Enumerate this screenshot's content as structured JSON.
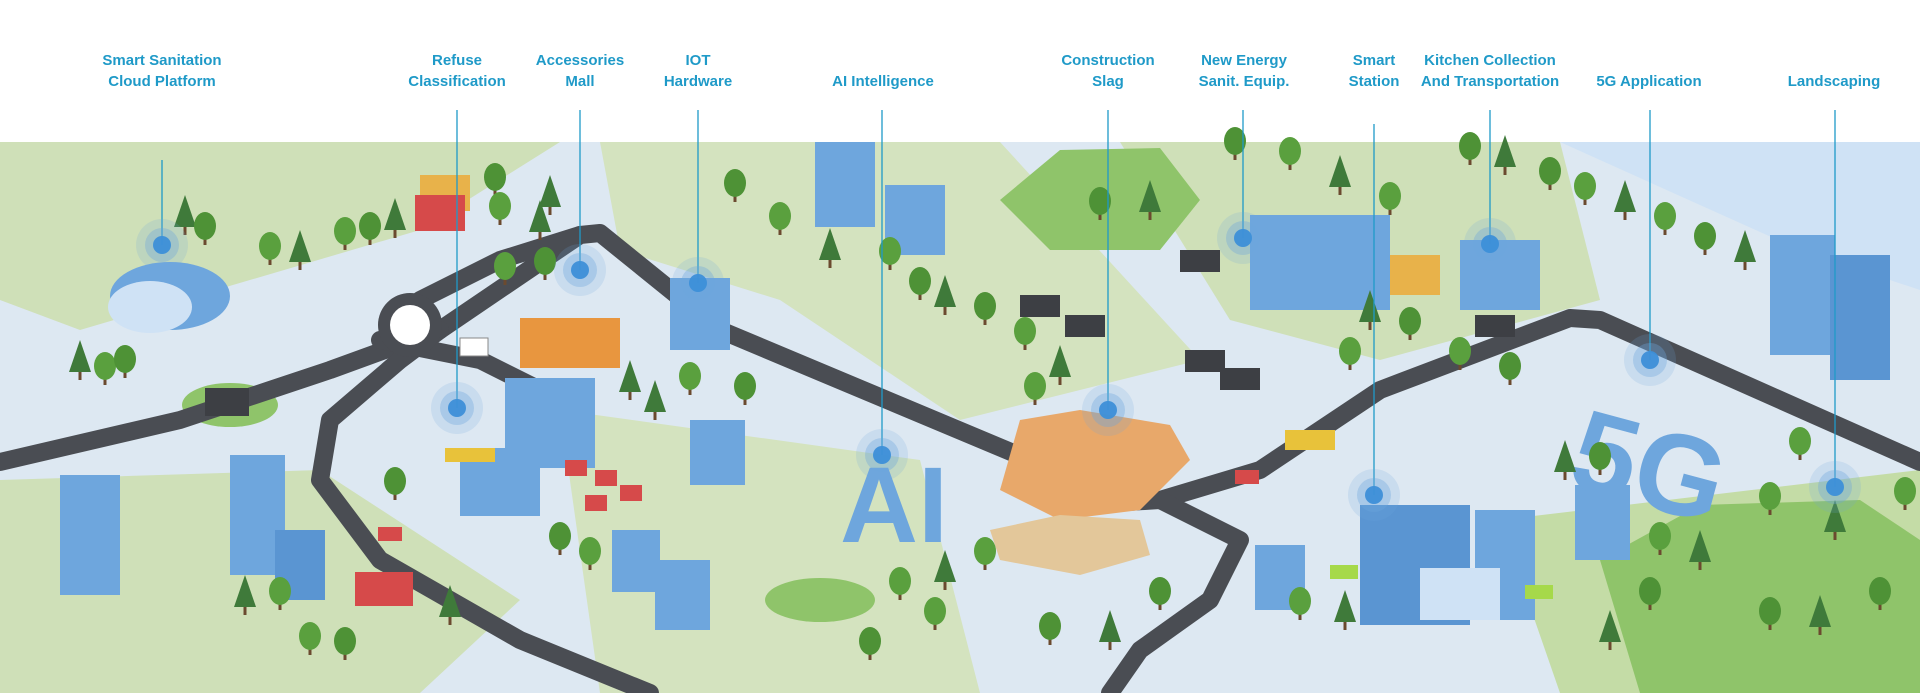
{
  "labels": [
    {
      "id": "sanitation-cloud",
      "lines": [
        "Smart Sanitation",
        "Cloud Platform"
      ]
    },
    {
      "id": "refuse-classification",
      "lines": [
        "Refuse",
        "Classification"
      ]
    },
    {
      "id": "accessories-mall",
      "lines": [
        "Accessories",
        "Mall"
      ]
    },
    {
      "id": "iot-hardware",
      "lines": [
        "IOT",
        "Hardware"
      ]
    },
    {
      "id": "ai-intelligence",
      "lines": [
        "AI Intelligence"
      ]
    },
    {
      "id": "construction-slag",
      "lines": [
        "Construction",
        "Slag"
      ]
    },
    {
      "id": "new-energy",
      "lines": [
        "New Energy",
        "Sanit. Equip."
      ]
    },
    {
      "id": "smart-station",
      "lines": [
        "Smart",
        "Station"
      ]
    },
    {
      "id": "kitchen-collection",
      "lines": [
        "Kitchen Collection",
        "And Transportation"
      ]
    },
    {
      "id": "5g-application",
      "lines": [
        "5G Application"
      ]
    },
    {
      "id": "landscaping",
      "lines": [
        "Landscaping"
      ]
    }
  ],
  "scene_text": {
    "ai_sign": "AI",
    "fiveg_sign": "5G"
  },
  "colors": {
    "label": "#1f9ac8",
    "ground": "#dde8f2",
    "grass": "#cfe0b8",
    "park": "#8fc46a",
    "road": "#4a4d53",
    "building": "#6ea6dd",
    "building_dark": "#3f7cc2",
    "tree": "#3f7a3a",
    "slag": "#e8a86a",
    "water": "#cfe2f5"
  }
}
